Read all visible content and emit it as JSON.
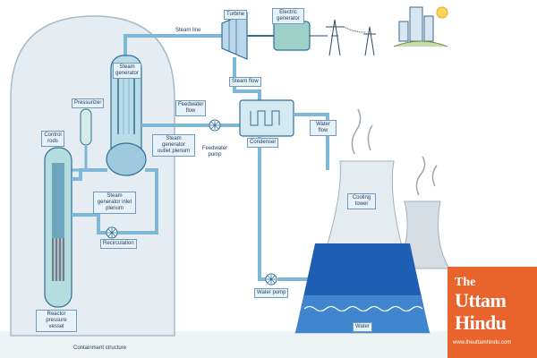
{
  "labels": {
    "turbine": "Turbine",
    "electric_generator": "Electric generator",
    "steam_line": "Steam line",
    "steam_flow": "Steam flow",
    "steam_generator": "Steam generator",
    "pressurizer": "Pressurizer",
    "control_rods": "Control rods",
    "feedwater_flow": "Feedwater flow",
    "feedwater_pump": "Feedwater pump",
    "condenser": "Condenser",
    "water_flow": "Water flow",
    "sg_outlet_plenum": "Steam generator outlet plenum",
    "sg_inlet_plenum": "Steam generator inlet plenum",
    "recirculation": "Recirculation",
    "cooling_tower": "Cooling tower",
    "water_pump": "Water pump",
    "water": "Water",
    "reactor_pressure_vessel": "Reactor pressure vessel",
    "containment_structure": "Containment structure"
  },
  "logo": {
    "line1": "The",
    "line2": "Uttam",
    "line3": "Hindu",
    "url": "www.theuttamhindu.com"
  },
  "colors": {
    "pipe": "#7fb8d6",
    "pipe_dark": "#2f6f9a",
    "containment_fill": "#e6edf2",
    "cooling_tower": "#e4ecef",
    "water": "#1e5fb4",
    "water_light": "#3f86cf",
    "logo_bg": "#e8642c"
  }
}
